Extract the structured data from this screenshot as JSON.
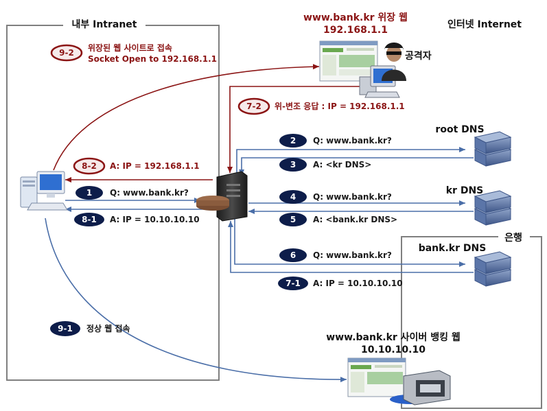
{
  "regions": {
    "intranet": "내부 Intranet",
    "internet": "인터넷 Internet",
    "bank": "은행"
  },
  "nodes": {
    "fake_site_name": "www.bank.kr 위장 웹",
    "fake_site_ip": "192.168.1.1",
    "attacker": "공격자",
    "root_dns": "root DNS",
    "kr_dns": "kr DNS",
    "bank_dns": "bank.kr DNS",
    "real_site_name": "www.bank.kr 사이버 뱅킹 웹",
    "real_site_ip": "10.10.10.10"
  },
  "steps": [
    {
      "id": "1",
      "text": "Q: www.bank.kr?"
    },
    {
      "id": "2",
      "text": "Q: www.bank.kr?"
    },
    {
      "id": "3",
      "text": "A: <kr DNS>"
    },
    {
      "id": "4",
      "text": "Q: www.bank.kr?"
    },
    {
      "id": "5",
      "text": "A: <bank.kr DNS>"
    },
    {
      "id": "6",
      "text": "Q: www.bank.kr?"
    },
    {
      "id": "7-1",
      "text": "A: IP = 10.10.10.10"
    },
    {
      "id": "8-1",
      "text": "A: IP = 10.10.10.10"
    },
    {
      "id": "9-1",
      "text": "정상 웹 접속"
    },
    {
      "id": "7-2",
      "text": "위-변조 응답 : IP = 192.168.1.1"
    },
    {
      "id": "8-2",
      "text": "A: IP = 192.168.1.1"
    },
    {
      "id": "9-2",
      "text": "위장된 웹 사이트로 접속",
      "text2": "Socket Open to 192.168.1.1"
    }
  ],
  "colors": {
    "blue_line": "#4a6ea8",
    "red_line": "#8b1414",
    "badge_fill": "#0d1d4a",
    "badge_red_border": "#8b1414",
    "region_border": "#7f7f7f"
  }
}
